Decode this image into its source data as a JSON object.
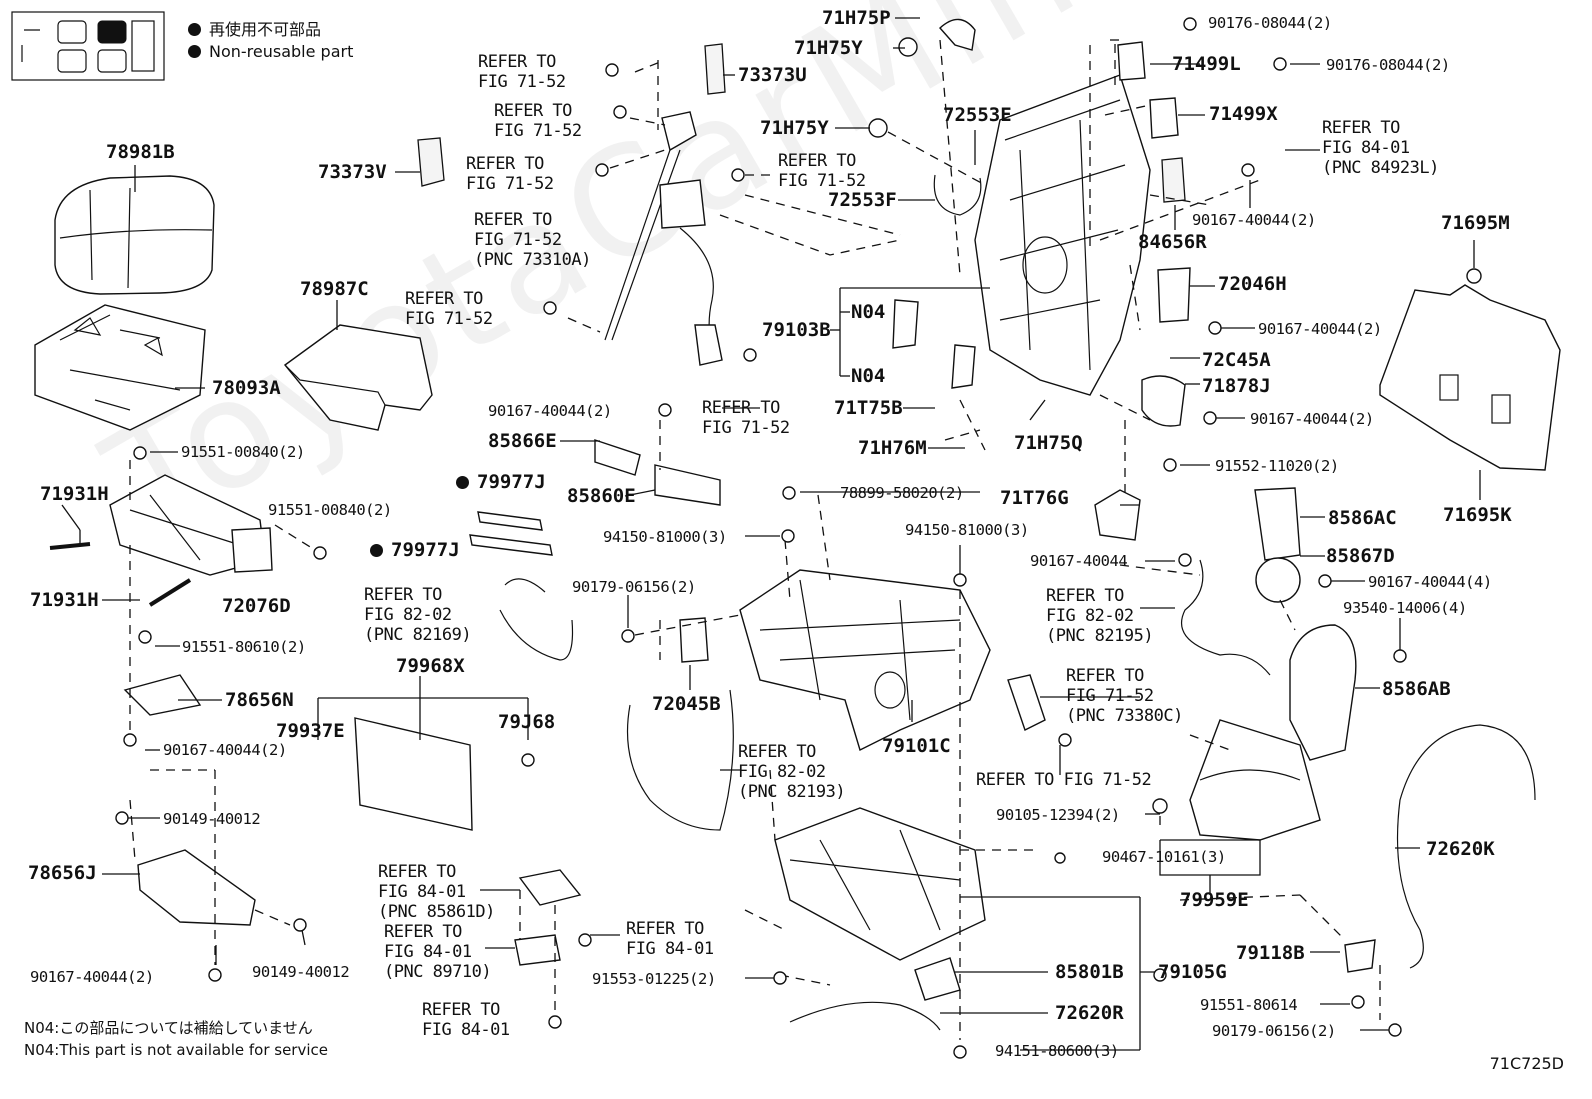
{
  "legend": {
    "jp": "再使用不可部品",
    "en": "Non-reusable part"
  },
  "watermark": "ToyotaCarMint.ru",
  "diagram_code": "71C725D",
  "notes": {
    "n04_jp": "N04:この部品については補給していません",
    "n04_en": "N04:This part is not available for service"
  },
  "labels": {
    "p78981B": "78981B",
    "p73373V": "73373V",
    "p78987C": "78987C",
    "p78093A": "78093A",
    "p91551_00840_a": "91551-00840(2)",
    "p71931H_a": "71931H",
    "p91551_00840_b": "91551-00840(2)",
    "p71931H_b": "71931H",
    "p72076D": "72076D",
    "p91551_80610": "91551-80610(2)",
    "p78656N": "78656N",
    "p90167_40044_l": "90167-40044(2)",
    "p90149_40012_a": "90149-40012",
    "p78656J": "78656J",
    "p90167_40044_ll": "90167-40044(2)",
    "p90149_40012_b": "90149-40012",
    "p73373U": "73373U",
    "p71H75P": "71H75P",
    "p71H75Y_a": "71H75Y",
    "p71H75Y_b": "71H75Y",
    "p72553E": "72553E",
    "p72553F": "72553F",
    "p79103B": "79103B",
    "pN04_a": "N04",
    "pN04_b": "N04",
    "p71T75B": "71T75B",
    "p71H76M": "71H76M",
    "p71H75Q": "71H75Q",
    "p90167_40044_m": "90167-40044(2)",
    "p85866E": "85866E",
    "p85860E": "85860E",
    "p79977J_a": "79977J",
    "p79977J_b": "79977J",
    "p78899": "78899-58020(2)",
    "p94150_a": "94150-81000(3)",
    "p94150_b": "94150-81000(3)",
    "p90179_06156_a": "90179-06156(2)",
    "p72045B": "72045B",
    "p79968X": "79968X",
    "p79937E": "79937E",
    "p79J68": "79J68",
    "p79101C": "79101C",
    "p71T76G": "71T76G",
    "p90167_40044_s": "90167-40044",
    "p90176_a": "90176-08044(2)",
    "p90176_b": "90176-08044(2)",
    "p71499L": "71499L",
    "p71499X": "71499X",
    "p90167_40044_r1": "90167-40044(2)",
    "p84656R": "84656R",
    "p72046H": "72046H",
    "p90167_40044_r2": "90167-40044(2)",
    "p72C45A": "72C45A",
    "p71878J": "71878J",
    "p90167_40044_r3": "90167-40044(2)",
    "p91552": "91552-11020(2)",
    "p71695M": "71695M",
    "p71695K": "71695K",
    "p8586AC": "8586AC",
    "p85867D": "85867D",
    "p90167_40044_4": "90167-40044(4)",
    "p93540": "93540-14006(4)",
    "p8586AB": "8586AB",
    "p72620K": "72620K",
    "p90105": "90105-12394(2)",
    "p90467": "90467-10161(3)",
    "p79959E": "79959E",
    "p79118B": "79118B",
    "p91551_80614": "91551-80614",
    "p90179_06156_b": "90179-06156(2)",
    "p85801B": "85801B",
    "p79105G": "79105G",
    "p72620R": "72620R",
    "p94151": "94151-80600(3)",
    "p91553": "91553-01225(2)"
  },
  "refers": {
    "r1": "REFER TO\nFIG 71-52",
    "r2": "REFER TO\nFIG 71-52",
    "r3": "REFER TO\nFIG 71-52",
    "r4": "REFER TO\nFIG 71-52\n(PNC 73310A)",
    "r5": "REFER TO\nFIG 71-52",
    "r6": "REFER TO\nFIG 71-52",
    "r7": "REFER TO\nFIG 71-52",
    "r8": "REFER TO\nFIG 84-01\n(PNC 84923L)",
    "r9": "REFER TO\nFIG 82-02\n(PNC 82169)",
    "r10": "REFER TO\nFIG 82-02\n(PNC 82193)",
    "r11": "REFER TO\nFIG 82-02\n(PNC 82195)",
    "r12": "REFER TO\nFIG 71-52\n(PNC 73380C)",
    "r13": "REFER TO FIG 71-52",
    "r14": "REFER TO\nFIG 84-01\n(PNC 85861D)",
    "r15": "REFER TO\nFIG 84-01\n(PNC 89710)",
    "r16": "REFER TO\nFIG 84-01",
    "r17": "REFER TO\nFIG 84-01"
  }
}
